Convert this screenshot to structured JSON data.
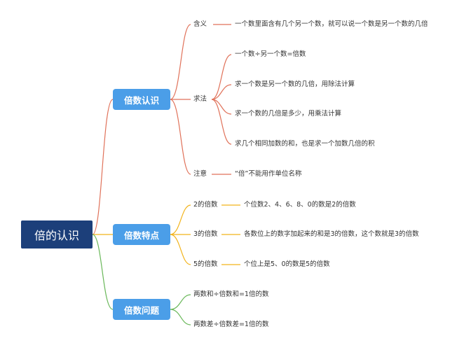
{
  "root": {
    "label": "倍的认识"
  },
  "branches": [
    {
      "label": "倍数认识",
      "color": "#e0725a",
      "children": [
        {
          "label": "含义",
          "leaves": [
            "一个数里面含有几个另一个数，就可以说一个数是另一个数的几倍"
          ]
        },
        {
          "label": "求法",
          "leaves": [
            "一个数÷另一个数=倍数",
            "求一个数是另一个数的几倍，用除法计算",
            "求一个数的几倍是多少，用乘法计算",
            "求几个相同加数的和，也是求一个加数几倍的积"
          ]
        },
        {
          "label": "注意",
          "leaves": [
            "“倍”不能用作单位名称"
          ]
        }
      ]
    },
    {
      "label": "倍数特点",
      "color": "#f2b31b",
      "children": [
        {
          "label": "2的倍数",
          "leaves": [
            "个位数2、4、6、8、0的数是2的倍数"
          ]
        },
        {
          "label": "3的倍数",
          "leaves": [
            "各数位上的数字加起来的和是3的倍数，这个数就是3的倍数"
          ]
        },
        {
          "label": "5的倍数",
          "leaves": [
            "个位上是5、0的数是5的倍数"
          ]
        }
      ]
    },
    {
      "label": "倍数问题",
      "color": "#6ab85a",
      "children": [
        {
          "label": "两数和÷倍数和=1倍的数",
          "leaves": []
        },
        {
          "label": "两数差÷倍数差=1倍的数",
          "leaves": []
        }
      ]
    }
  ]
}
